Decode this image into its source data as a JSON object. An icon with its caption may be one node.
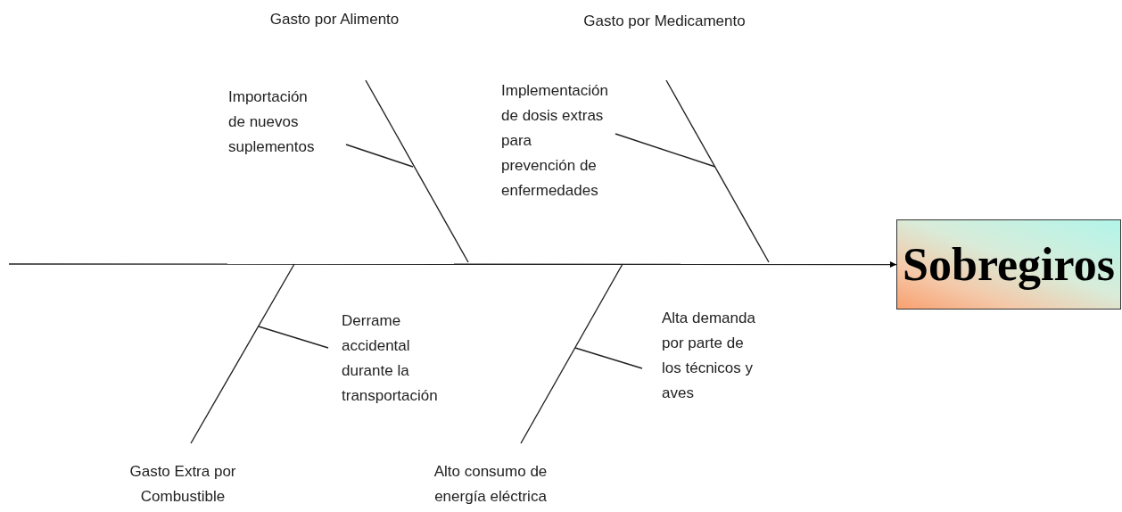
{
  "diagram": {
    "nodes": [
      {
        "text": [
          "Sobregiros"
        ]
      },
      {
        "text": [
          "Gasto por Alimento"
        ]
      },
      {
        "text": [
          "Importación de nuevos suplementos"
        ]
      },
      {
        "text": [
          "Gasto por Medicamento"
        ]
      },
      {
        "text": [
          "Implementación de dosis extras para prevención de enfermedades"
        ]
      },
      {
        "text": [
          "Derrame accidental durante la transportación"
        ]
      },
      {
        "text": [
          "Alta demanda por parte de los técnicos y aves"
        ]
      },
      {
        "text": [
          "Gasto Extra por Combustible"
        ]
      },
      {
        "text": [
          "Alto consumo de energía eléctrica"
        ]
      }
    ],
    "edges": [
      {
        "from": null,
        "to": 0,
        "arrow": "to"
      },
      {
        "from": 1,
        "to": null,
        "arrow": "none"
      },
      {
        "from": 2,
        "to": null,
        "arrow": "none"
      },
      {
        "from": 3,
        "to": null,
        "arrow": "none"
      },
      {
        "from": 4,
        "to": null,
        "arrow": "none"
      },
      {
        "from": 7,
        "to": null,
        "arrow": "none"
      },
      {
        "from": 5,
        "to": null,
        "arrow": "none"
      },
      {
        "from": 8,
        "to": null,
        "arrow": "none"
      },
      {
        "from": 6,
        "to": null,
        "arrow": "none"
      }
    ]
  }
}
